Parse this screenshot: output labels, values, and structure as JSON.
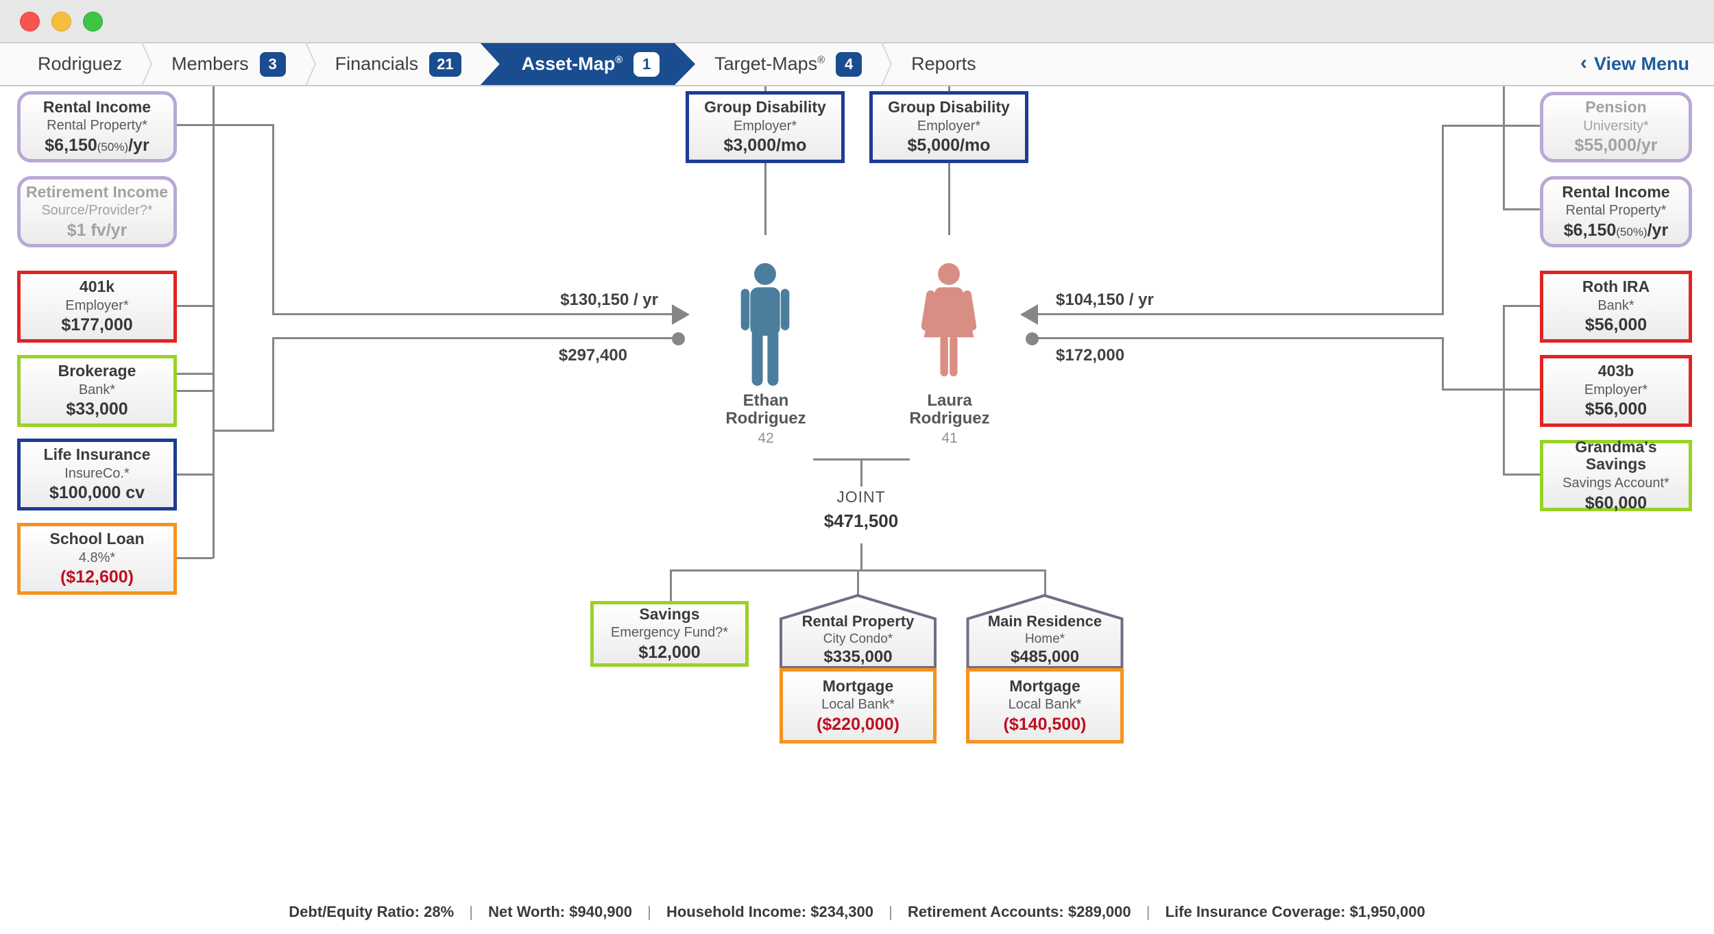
{
  "nav": {
    "crumbs": [
      {
        "label": "Rodriguez"
      },
      {
        "label": "Members",
        "badge": "3"
      },
      {
        "label": "Financials",
        "badge": "21"
      },
      {
        "label": "Asset-Map",
        "reg": "®",
        "badge": "1"
      },
      {
        "label": "Target-Maps",
        "reg": "®",
        "badge": "4"
      },
      {
        "label": "Reports"
      }
    ],
    "view_menu": {
      "chevron": "‹",
      "label": "View Menu"
    }
  },
  "cards": {
    "rental_income_left": {
      "title": "Rental Income",
      "subtitle": "Rental Property*",
      "value": "$6,150",
      "value_note": "(50%)",
      "value_suffix": "/yr"
    },
    "retirement_income": {
      "title": "Retirement Income",
      "subtitle": "Source/Provider?*",
      "value": "$1 fv/yr"
    },
    "k401": {
      "title": "401k",
      "subtitle": "Employer*",
      "value": "$177,000"
    },
    "brokerage": {
      "title": "Brokerage",
      "subtitle": "Bank*",
      "value": "$33,000"
    },
    "life_insurance": {
      "title": "Life Insurance",
      "subtitle": "InsureCo.*",
      "value": "$100,000 cv"
    },
    "school_loan": {
      "title": "School Loan",
      "subtitle": "4.8%*",
      "value": "($12,600)"
    },
    "group_disability_1": {
      "title": "Group Disability",
      "subtitle": "Employer*",
      "value": "$3,000/mo"
    },
    "group_disability_2": {
      "title": "Group Disability",
      "subtitle": "Employer*",
      "value": "$5,000/mo"
    },
    "pension": {
      "title": "Pension",
      "subtitle": "University*",
      "value": "$55,000/yr"
    },
    "rental_income_right": {
      "title": "Rental Income",
      "subtitle": "Rental Property*",
      "value": "$6,150",
      "value_note": "(50%)",
      "value_suffix": "/yr"
    },
    "roth_ira": {
      "title": "Roth IRA",
      "subtitle": "Bank*",
      "value": "$56,000"
    },
    "b403": {
      "title": "403b",
      "subtitle": "Employer*",
      "value": "$56,000"
    },
    "grandmas_savings": {
      "title": "Grandma's Savings",
      "subtitle": "Savings Account*",
      "value": "$60,000"
    },
    "savings": {
      "title": "Savings",
      "subtitle": "Emergency Fund?*",
      "value": "$12,000"
    },
    "rental_property": {
      "title": "Rental Property",
      "subtitle": "City Condo*",
      "value": "$335,000"
    },
    "main_residence": {
      "title": "Main Residence",
      "subtitle": "Home*",
      "value": "$485,000"
    },
    "mortgage_1": {
      "title": "Mortgage",
      "subtitle": "Local Bank*",
      "value": "($220,000)"
    },
    "mortgage_2": {
      "title": "Mortgage",
      "subtitle": "Local Bank*",
      "value": "($140,500)"
    }
  },
  "persons": {
    "ethan": {
      "first": "Ethan",
      "last": "Rodriguez",
      "age": "42"
    },
    "laura": {
      "first": "Laura",
      "last": "Rodriguez",
      "age": "41"
    }
  },
  "flows": {
    "left_income": "$130,150 / yr",
    "left_assets": "$297,400",
    "right_income": "$104,150 / yr",
    "right_assets": "$172,000"
  },
  "joint": {
    "label": "JOINT",
    "value": "$471,500"
  },
  "footer": {
    "separator": "|",
    "stats": [
      {
        "label": "Debt/Equity Ratio:",
        "value": "28%"
      },
      {
        "label": "Net Worth:",
        "value": "$940,900"
      },
      {
        "label": "Household Income:",
        "value": "$234,300"
      },
      {
        "label": "Retirement Accounts:",
        "value": "$289,000"
      },
      {
        "label": "Life Insurance Coverage:",
        "value": "$1,950,000"
      }
    ]
  }
}
